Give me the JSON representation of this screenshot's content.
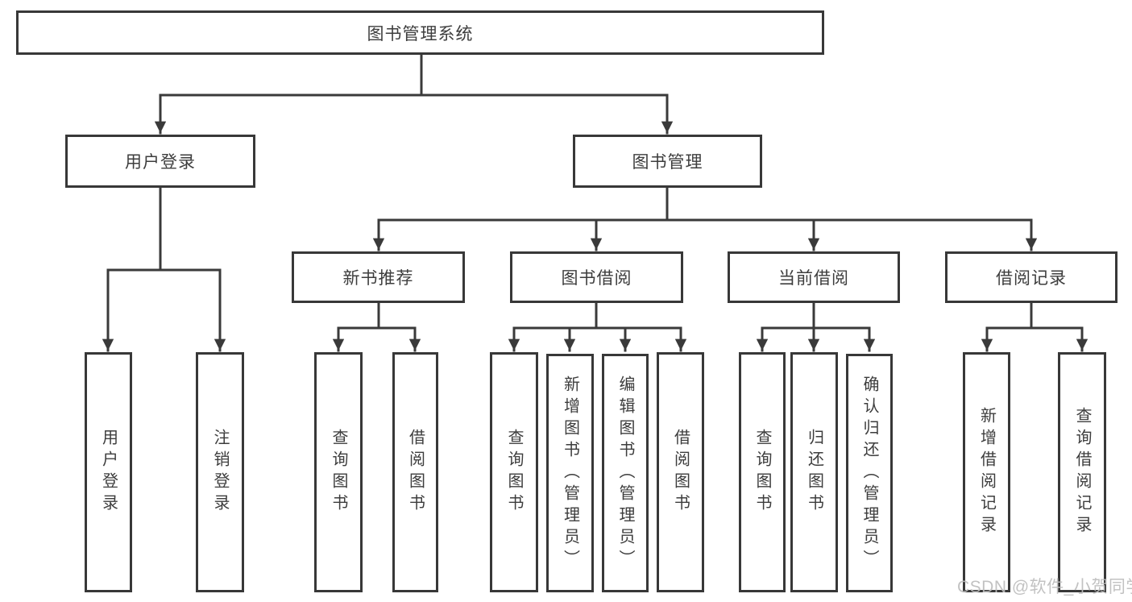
{
  "colors": {
    "background": "#ffffff",
    "line": "#3a3a3a",
    "box_border": "#383838",
    "text": "#3d3d3d",
    "watermark": "#bdbdbd"
  },
  "tree": {
    "root": {
      "label": "图书管理系统"
    },
    "level2": [
      {
        "label": "用户登录"
      },
      {
        "label": "图书管理"
      }
    ],
    "level3": [
      {
        "label": "新书推荐"
      },
      {
        "label": "图书借阅"
      },
      {
        "label": "当前借阅"
      },
      {
        "label": "借阅记录"
      }
    ],
    "leaves": [
      {
        "label": "用户登录"
      },
      {
        "label": "注销登录"
      },
      {
        "label": "查询图书"
      },
      {
        "label": "借阅图书"
      },
      {
        "label": "查询图书"
      },
      {
        "label": "新增图书（管理员）"
      },
      {
        "label": "编辑图书（管理员）"
      },
      {
        "label": "借阅图书"
      },
      {
        "label": "查询图书"
      },
      {
        "label": "归还图书"
      },
      {
        "label": "确认归还（管理员）"
      },
      {
        "label": "新增借阅记录"
      },
      {
        "label": "查询借阅记录"
      }
    ]
  },
  "watermark": {
    "text": "CSDN @软件_小贺同学"
  }
}
